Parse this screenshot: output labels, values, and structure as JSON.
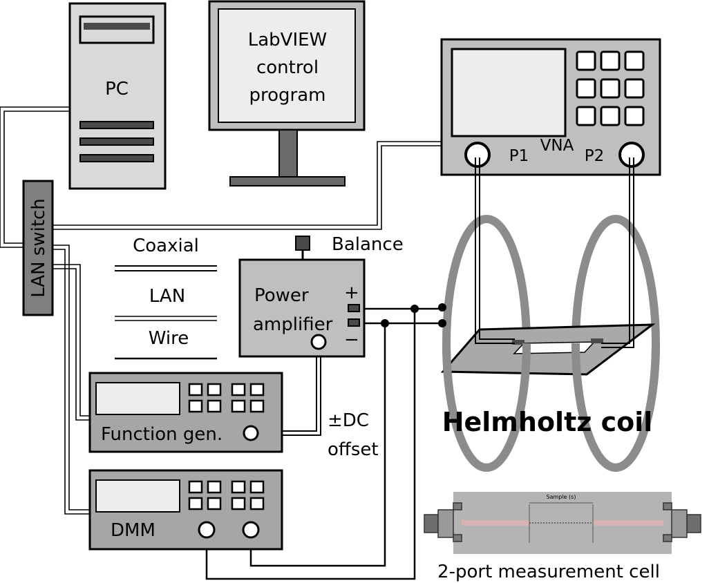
{
  "labels": {
    "pc": "PC",
    "monitor_line1": "LabVIEW",
    "monitor_line2": "control",
    "monitor_line3": "program",
    "vna": "VNA",
    "port1": "P1",
    "port2": "P2",
    "lan_switch": "LAN switch",
    "balance": "Balance",
    "amp_line1": "Power",
    "amp_line2": "amplifier",
    "plus": "+",
    "minus": "−",
    "function_gen": "Function gen.",
    "dmm": "DMM",
    "dc_line1": "±DC",
    "dc_line2": "offset",
    "helmholtz": "Helmholtz coil",
    "cell": "2-port measurement cell",
    "sample": "Sample (s)"
  },
  "legend": {
    "coaxial": "Coaxial",
    "lan": "LAN",
    "wire": "Wire"
  },
  "colors": {
    "device_fill": "#bfbfbf",
    "pc_fill": "#d9d9d9",
    "monitor_screen": "#ededed",
    "coil": "#8c8c8c",
    "photo_board": "#b4b4b4",
    "dark_button": "#4a4a4a"
  }
}
